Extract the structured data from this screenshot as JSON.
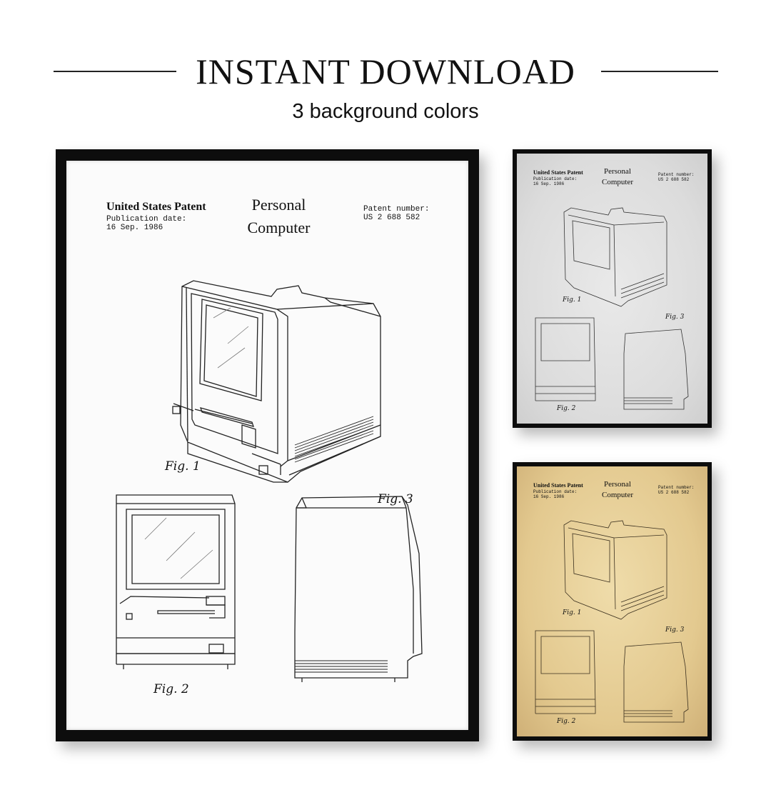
{
  "header": {
    "title": "INSTANT DOWNLOAD",
    "subtitle": "3 background colors"
  },
  "poster": {
    "patent_label": "United States Patent",
    "pub_label": "Publication date:",
    "pub_date": "16 Sep. 1986",
    "title_line1": "Personal",
    "title_line2": "Computer",
    "number_label": "Patent number:",
    "number": "US 2 688 582",
    "fig1": "Fig. 1",
    "fig2": "Fig. 2",
    "fig3": "Fig. 3"
  },
  "variants": {
    "white": "#fbfbfb",
    "gray": "#dcdcdc",
    "parchment": "#e3c98f"
  }
}
